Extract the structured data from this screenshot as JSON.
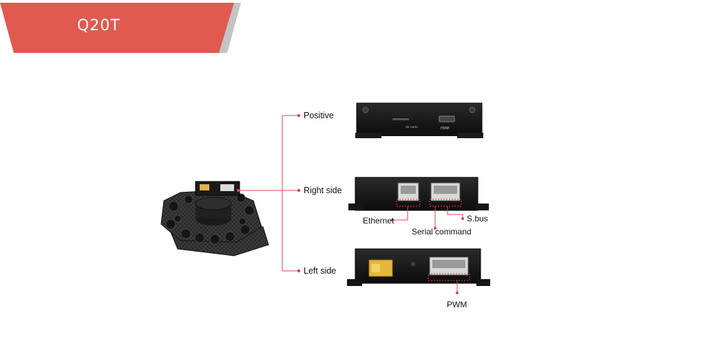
{
  "banner": {
    "title": "Q20T",
    "color": "#e05a50",
    "shadow_color": "#b9b9b9"
  },
  "accent_color": "#e2414b",
  "views": {
    "positive": {
      "label": "Positive",
      "sd_card_text": "SD CARD",
      "hdmi_text": "HDMI"
    },
    "right_side": {
      "label": "Right side",
      "ports": [
        "Ethernet",
        "Serial command",
        "S.bus"
      ]
    },
    "left_side": {
      "label": "Left side",
      "ports": [
        "PWM"
      ]
    }
  }
}
